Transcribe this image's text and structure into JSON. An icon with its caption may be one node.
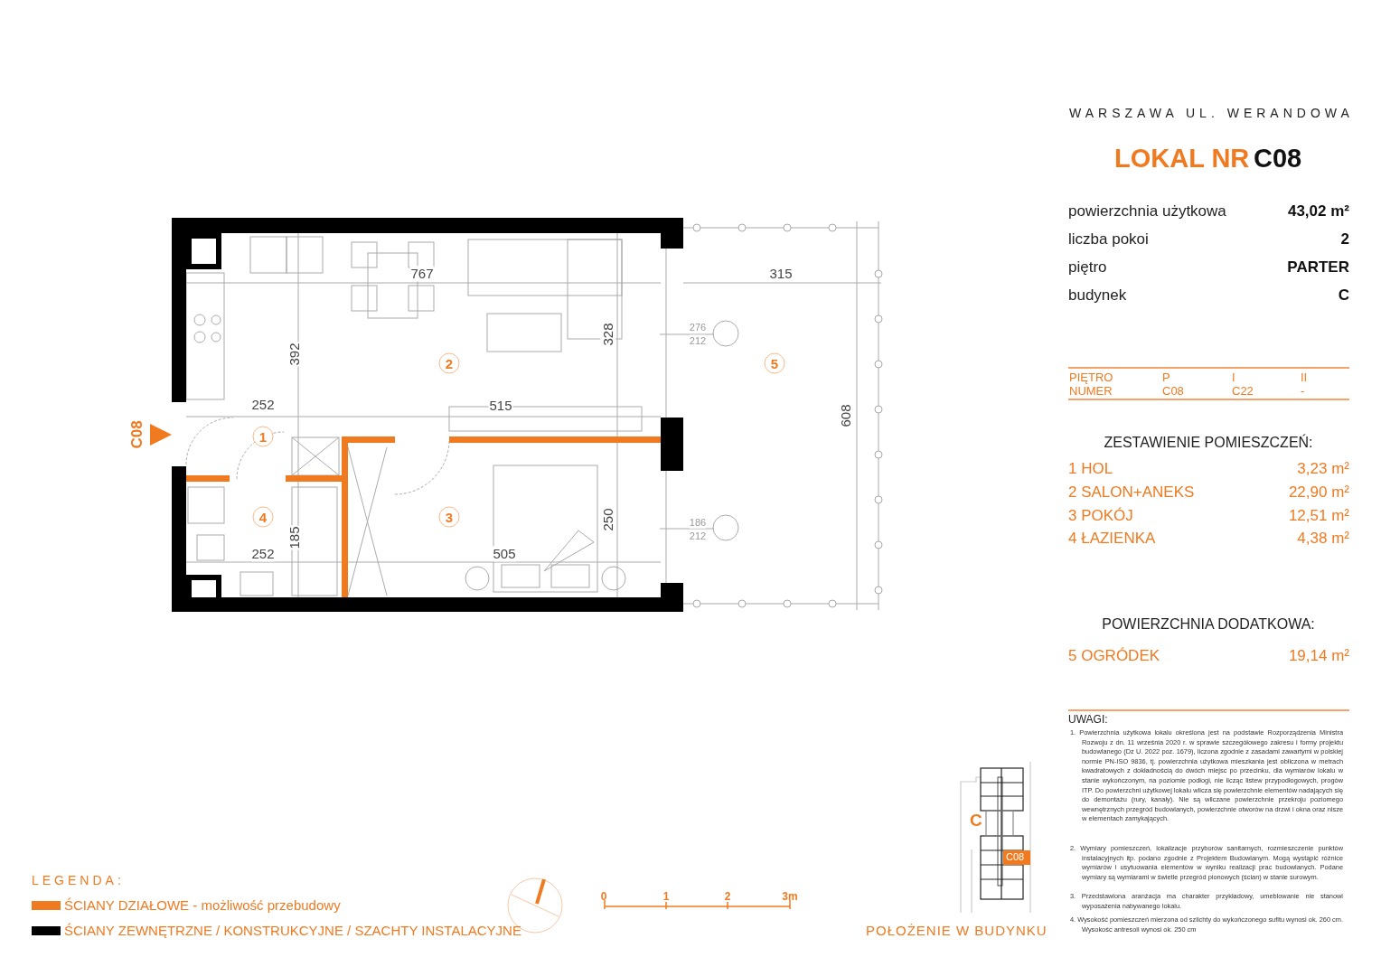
{
  "diagram": {
    "labels": [
      "WARSZAWA UL. WERANDOWA",
      "LOKAL NR",
      "C08",
      "powierzchnia użytkowa",
      "43,02 m²",
      "liczba pokoi",
      "2",
      "piętro",
      "PARTER",
      "budynek",
      "C",
      "767",
      "315",
      "392",
      "2",
      "328",
      "276",
      "212",
      "5",
      "252",
      "515",
      "C08",
      "1",
      "608",
      "4",
      "3",
      "250",
      "186",
      "212",
      "185",
      "252",
      "505",
      "PIĘTRO",
      "P",
      "I",
      "II",
      "NUMER",
      "C08",
      "C22",
      "-",
      "ZESTAWIENIE POMIESZCZEŃ:",
      "1 HOL",
      "3,23 m²",
      "2 SALON+ANEKS",
      "22,90 m²",
      "3 POKÓJ",
      "12,51 m²",
      "4 ŁAZIENKA",
      "4,38 m²",
      "POWIERZCHNIA DODATKOWA:",
      "5 OGRÓDEK",
      "19,14 m²",
      "UWAGI:",
      "1. Powierzchnia użytkowa lokalu określona jest na podstawie Rozporządzenia Ministra Rozwoju z dn. 11 września 2020 r. w sprawie szczegółowego zakresu i formy projektu budowlanego (Dz U. 2022 poz. 1679), liczona zgodnie z zasadami zawartymi w polskiej normie PN-ISO 9836, tj. powierzchnia użytkowa mieszkania jest obliczona w metrach kwadratowych z dokładnością do dwóch miejsc po przecinku, dla wymiarów lokalu w stanie wykończonym, na poziomie podłogi, nie licząc listew przypodłogowych, progów ITP. Do powierzchni użytkowej lokalu wlicza się powierzchnie elementów nadających się do demontażu (rury, kanały). Nie są wliczane powierzchnie przekroju poziomego wewnętrznych przegród budowlanych, powierzchnie otworów na drzwi i okna oraz nisze w elementach zamykających.",
      "2. Wymiary pomieszczeń, lokalizacje przyborów sanitarnych, rozmieszczenie punktów instalacyjnych itp. podano zgodnie z Projektem Budowlanym. Mogą wystąpić różnice wymiarów i usytuowania elementów w wyniku realizacji prac budowlanych. Podane wymiary są wymiarami w świetle przegród pionowych (ścian) w stanie surowym.",
      "3. Przedstawiona aranżacja ma charakter przykładowy, umeblowanie nie stanowi wyposażenia nabywanego lokalu.",
      "4. Wysokość pomieszczeń mierzona od szlichty do wykończonego sufitu wynosi ok. 260 cm. Wysokośc antresoli wynosi ok. 250 cm",
      "LEGENDA:",
      "C",
      "C08",
      "POŁOŻENIE W BUDYNKU",
      "0",
      "1",
      "2",
      "3m"
    ],
    "legend": [
      {
        "text": "ŚCIANY DZIAŁOWE - możliwość przebudowy",
        "color": "#f07a20"
      },
      {
        "text": "ŚCIANY ZEWNĘTRZNE / KONSTRUKCYJNE / SZACHTY INSTALACYJNE",
        "color": "#000000"
      }
    ]
  }
}
